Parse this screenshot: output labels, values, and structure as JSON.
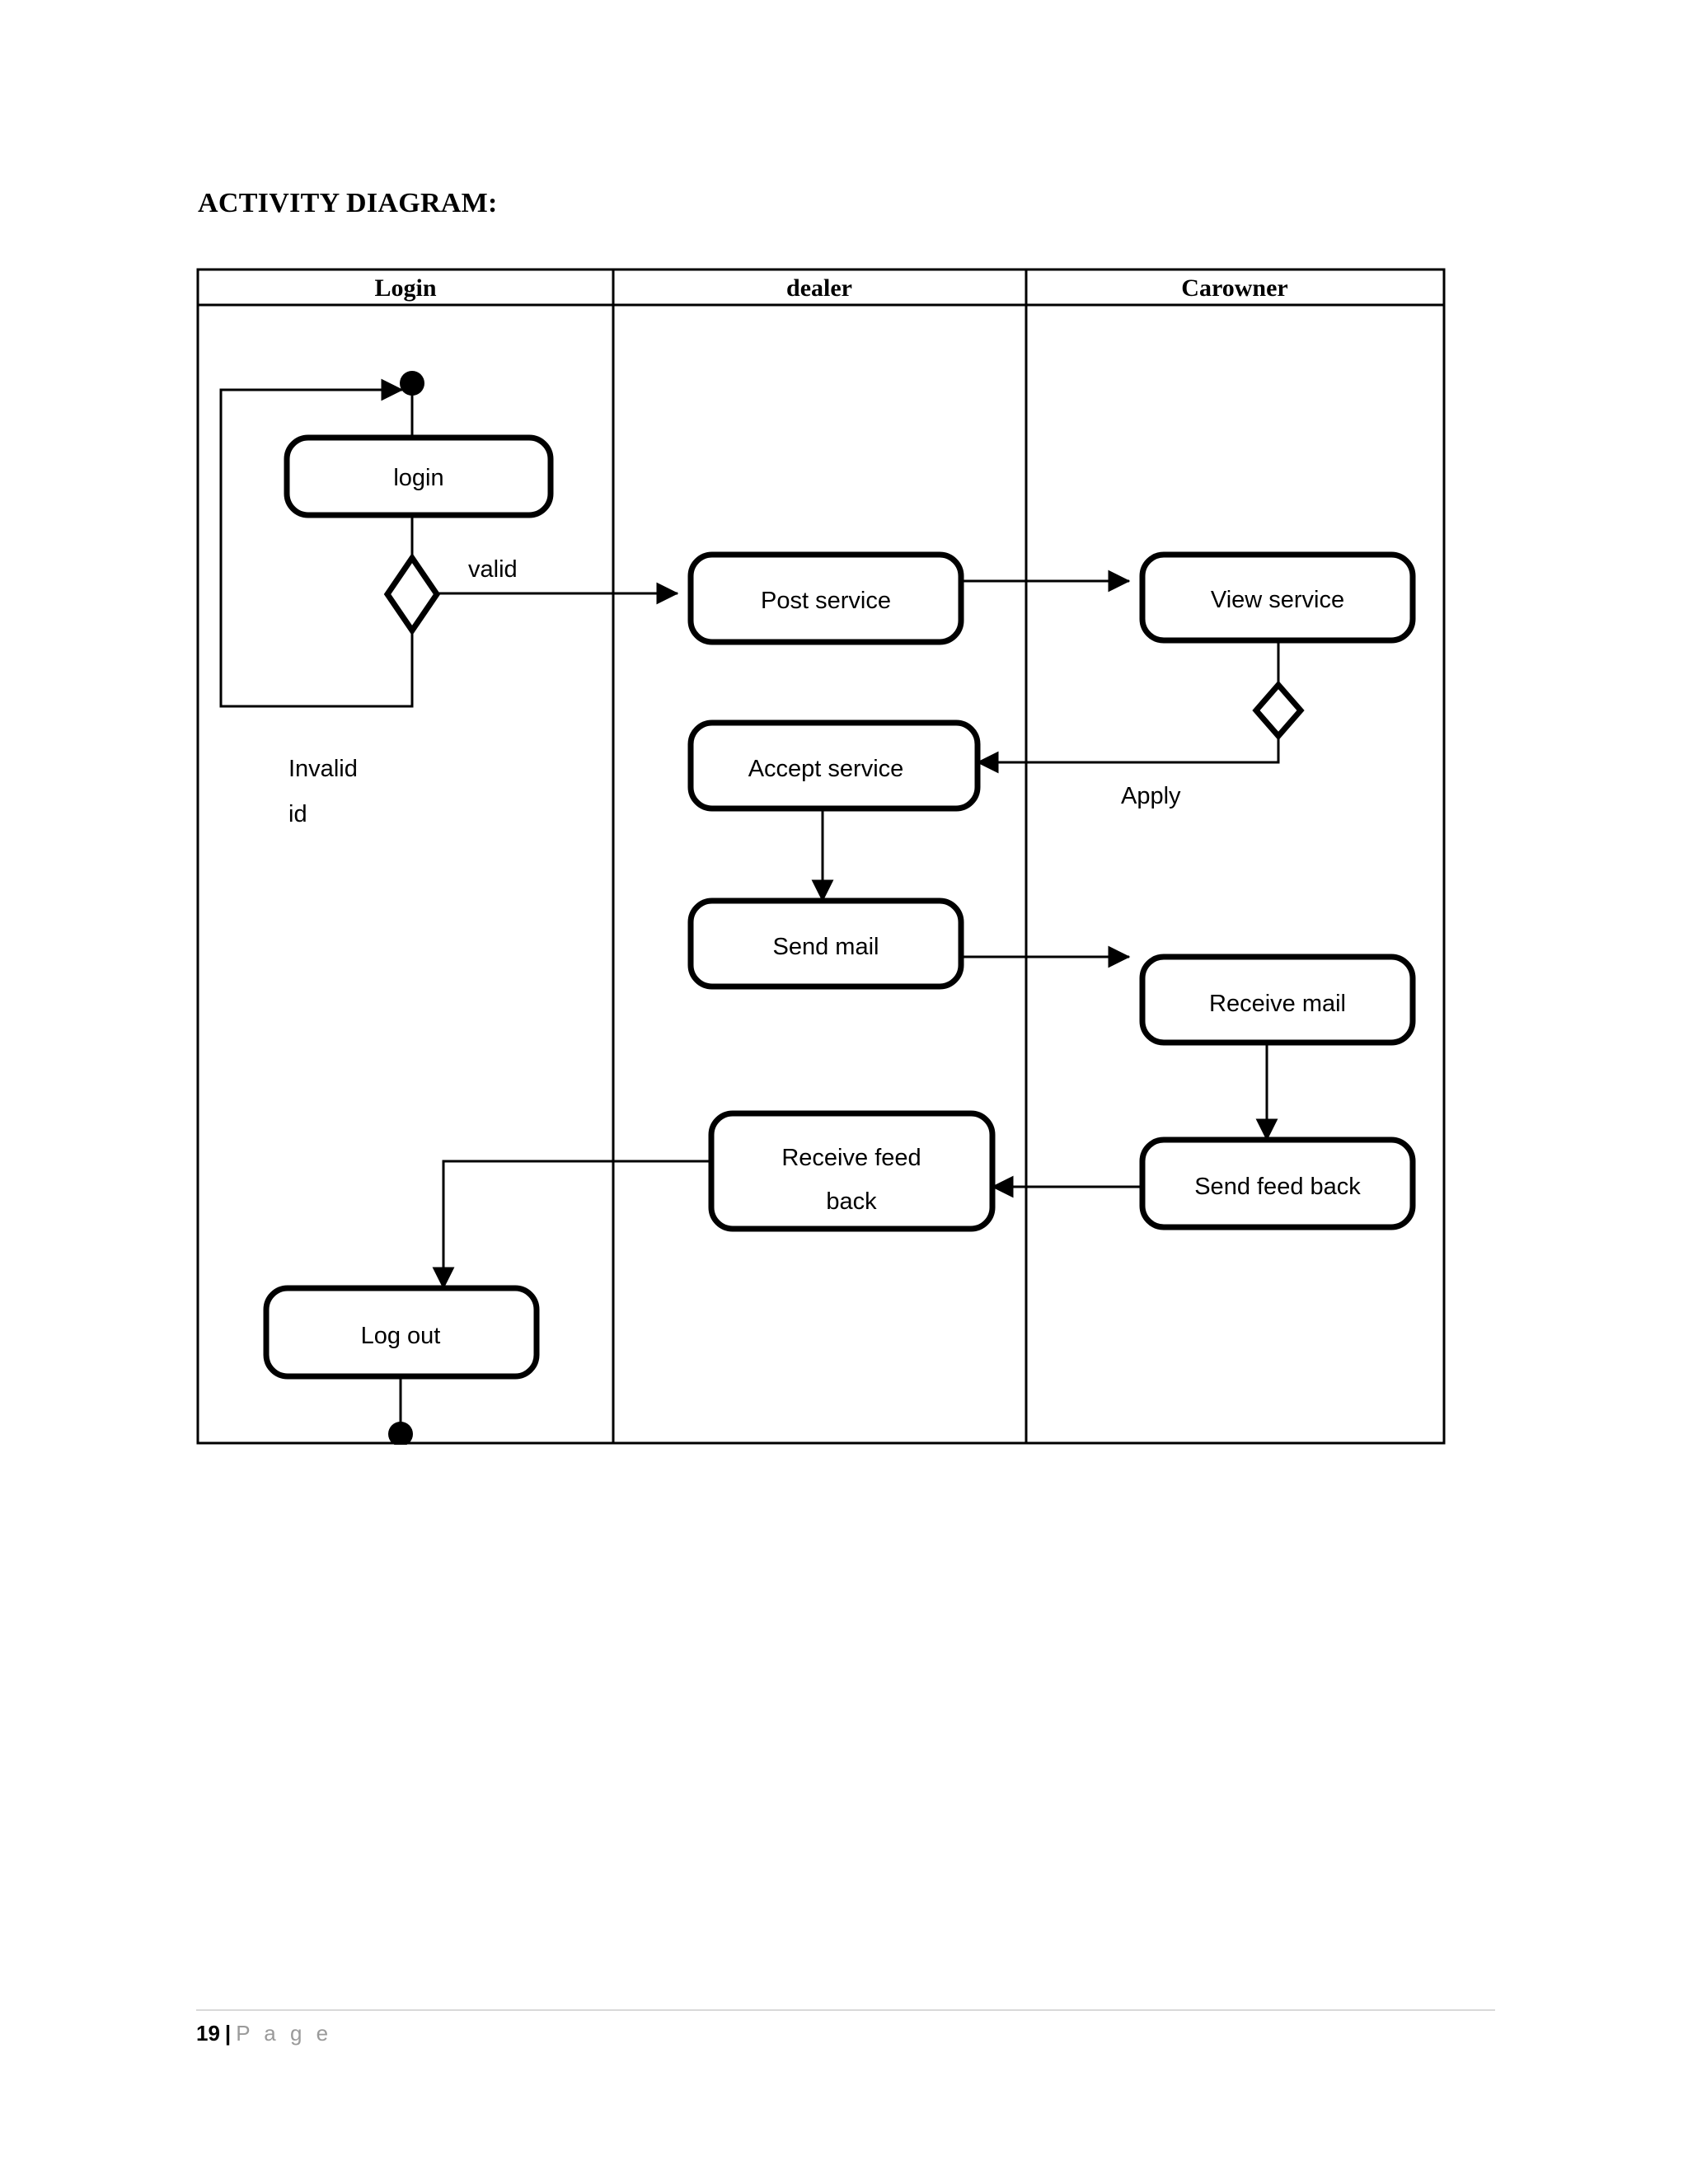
{
  "document": {
    "section_title": "ACTIVITY DIAGRAM:",
    "footer": {
      "page_number": "19",
      "separator": "|",
      "page_word": "P a g e"
    }
  },
  "diagram": {
    "type": "uml-activity-diagram-swimlanes",
    "lanes": [
      {
        "id": "login",
        "label": "Login"
      },
      {
        "id": "dealer",
        "label": "dealer"
      },
      {
        "id": "carowner",
        "label": "Carowner"
      }
    ],
    "nodes": [
      {
        "id": "start",
        "type": "initial-node",
        "lane": "login",
        "label": ""
      },
      {
        "id": "login-activity",
        "type": "activity",
        "lane": "login",
        "label": "login"
      },
      {
        "id": "valid-decision",
        "type": "decision",
        "lane": "login",
        "label": ""
      },
      {
        "id": "post-service",
        "type": "activity",
        "lane": "dealer",
        "label": "Post service"
      },
      {
        "id": "view-service",
        "type": "activity",
        "lane": "carowner",
        "label": "View service"
      },
      {
        "id": "apply-decision",
        "type": "decision",
        "lane": "carowner",
        "label": ""
      },
      {
        "id": "accept-service",
        "type": "activity",
        "lane": "dealer",
        "label": "Accept service"
      },
      {
        "id": "send-mail",
        "type": "activity",
        "lane": "dealer",
        "label": "Send mail"
      },
      {
        "id": "receive-mail",
        "type": "activity",
        "lane": "carowner",
        "label": "Receive mail"
      },
      {
        "id": "send-feed-back",
        "type": "activity",
        "lane": "carowner",
        "label": "Send feed back"
      },
      {
        "id": "receive-feed-back",
        "type": "activity",
        "lane": "dealer",
        "label_line1": "Receive feed",
        "label_line2": "back"
      },
      {
        "id": "log-out",
        "type": "activity",
        "lane": "login",
        "label": "Log out"
      },
      {
        "id": "end",
        "type": "final-node",
        "lane": "login",
        "label": ""
      }
    ],
    "edge_labels": {
      "valid": "valid",
      "invalid_line1": "Invalid",
      "invalid_line2": "id",
      "apply": "Apply"
    },
    "colors": {
      "stroke": "#000000",
      "fill": "#ffffff",
      "table_border": "#000000"
    }
  }
}
